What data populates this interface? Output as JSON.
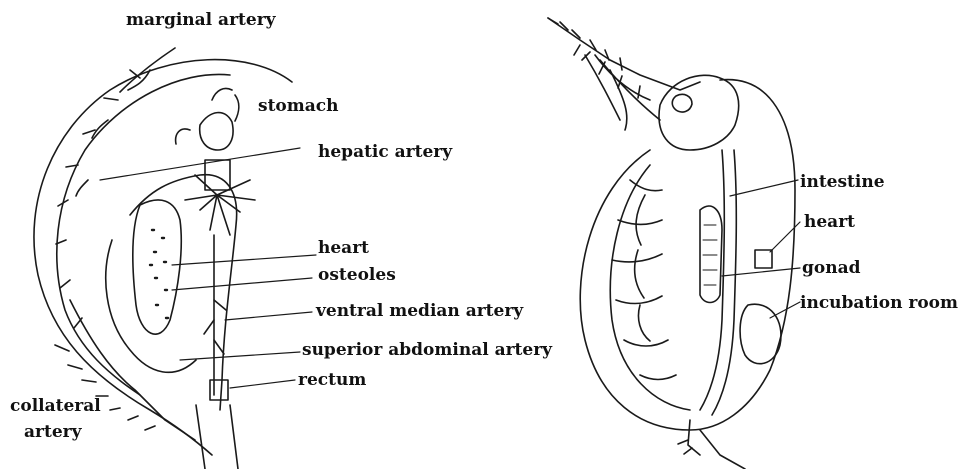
{
  "colors": {
    "ink": "#1a1a1a",
    "background": "#ffffff"
  },
  "left_figure": {
    "labels": {
      "marginal_artery": "marginal artery",
      "stomach": "stomach",
      "hepatic_artery": "hepatic artery",
      "heart": "heart",
      "osteoles": "osteoles",
      "ventral_median_artery": "ventral median artery",
      "superior_abdominal_artery": "superior abdominal artery",
      "rectum": "rectum",
      "collateral_artery_line1": "collateral",
      "collateral_artery_line2": "artery"
    }
  },
  "right_figure": {
    "labels": {
      "intestine": "intestine",
      "heart": "heart",
      "gonad": "gonad",
      "incubation_room": "incubation room"
    }
  }
}
